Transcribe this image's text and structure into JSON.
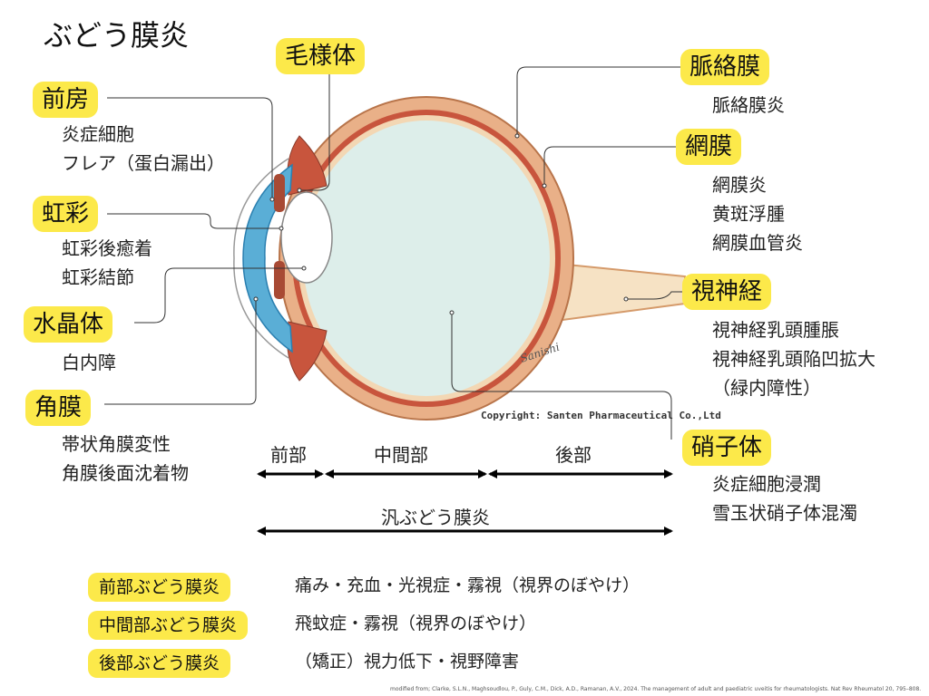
{
  "title": "ぶどう膜炎",
  "labels": {
    "ciliary_body": "毛様体",
    "anterior_chamber": "前房",
    "iris": "虹彩",
    "lens": "水晶体",
    "cornea": "角膜",
    "choroid": "脈絡膜",
    "retina": "網膜",
    "optic_nerve": "視神経",
    "vitreous": "硝子体"
  },
  "findings": {
    "anterior_chamber": [
      "炎症細胞",
      "フレア（蛋白漏出）"
    ],
    "iris": [
      "虹彩後癒着",
      "虹彩結節"
    ],
    "lens": [
      "白内障"
    ],
    "cornea": [
      "帯状角膜変性",
      "角膜後面沈着物"
    ],
    "choroid": [
      "脈絡膜炎"
    ],
    "retina": [
      "網膜炎",
      "黄斑浮腫",
      "網膜血管炎"
    ],
    "optic_nerve": [
      "視神経乳頭腫脹",
      "視神経乳頭陥凹拡大",
      "（緑内障性）"
    ],
    "vitreous": [
      "炎症細胞浸潤",
      "雪玉状硝子体混濁"
    ]
  },
  "segments": {
    "anterior": "前部",
    "intermediate": "中間部",
    "posterior": "後部",
    "pan": "汎ぶどう膜炎"
  },
  "symptoms": [
    {
      "type": "前部ぶどう膜炎",
      "text": "痛み・充血・光視症・霧視（視界のぼやけ）"
    },
    {
      "type": "中間部ぶどう膜炎",
      "text": "飛蚊症・霧視（視界のぼやけ）"
    },
    {
      "type": "後部ぶどう膜炎",
      "text": "（矯正）視力低下・視野障害"
    }
  ],
  "copyright": "Copyright: Santen Pharmaceutical Co.,Ltd",
  "signature": "Sanishi",
  "citation": "modified from; Clarke, S.L.N., Maghsoudlou, P., Guly, C.M., Dick, A.D., Ramanan, A.V., 2024. The management of adult and paediatric uveitis for rheumatologists. Nat Rev Rheumatol 20, 795–808.",
  "colors": {
    "label_bg": "#fce94a",
    "sclera": "#e9b088",
    "choroid": "#c8553d",
    "vitreous": "#ddeeea",
    "cornea": "#5aaed6"
  }
}
